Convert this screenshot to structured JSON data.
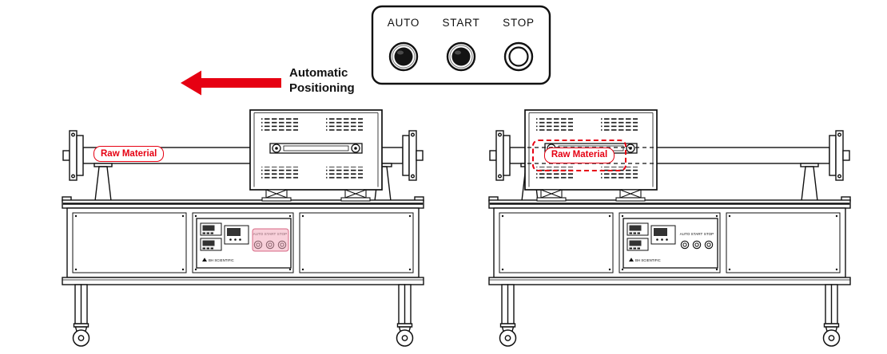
{
  "callout_panel": {
    "buttons": [
      {
        "label": "AUTO",
        "state": "pressed"
      },
      {
        "label": "START",
        "state": "pressed"
      },
      {
        "label": "STOP",
        "state": "released"
      }
    ]
  },
  "annotation": {
    "text_line1": "Automatic",
    "text_line2": "Positioning",
    "arrow_direction": "left"
  },
  "labels": {
    "raw_material_left": "Raw Material",
    "raw_material_right": "Raw Material"
  },
  "mini_panel": {
    "button_labels": [
      "AUTO",
      "START",
      "STOP"
    ],
    "brand": "BH SCIENTIFIC"
  },
  "colors": {
    "accent_red": "#e60012",
    "ink": "#111111",
    "highlight_pink": "#f2a9bb"
  }
}
